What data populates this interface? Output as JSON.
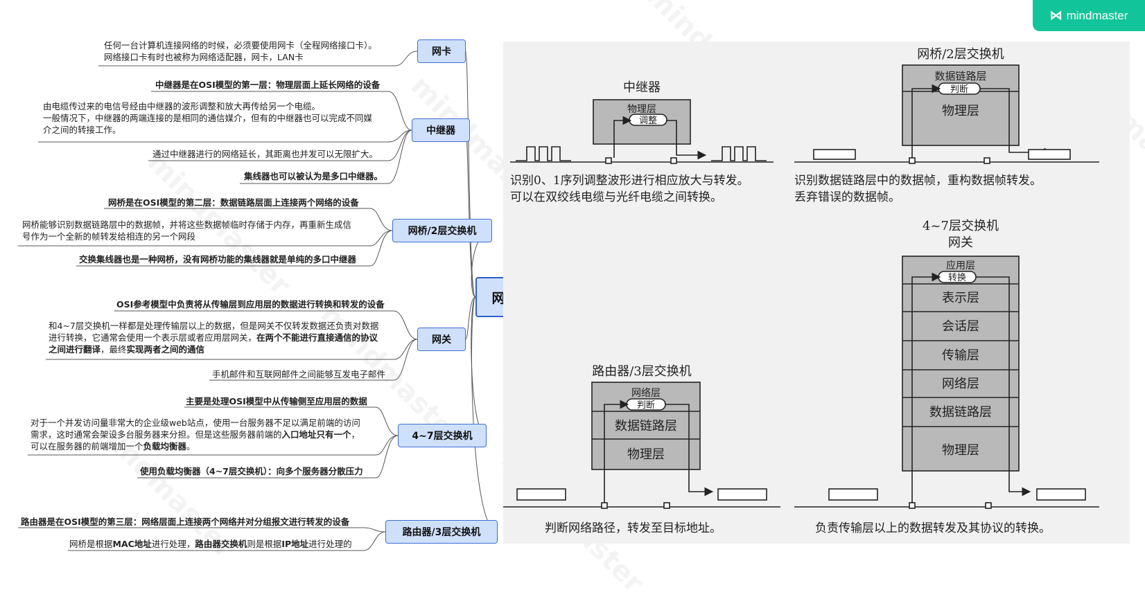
{
  "brand": {
    "name": "mindmaster",
    "icon": "mindmaster-logo-icon"
  },
  "watermark": "mindmaster",
  "center": {
    "title": "网络的构成要素"
  },
  "branches": [
    {
      "label": "网卡",
      "leaves": [
        {
          "text": "任何一台计算机连接网络的时候，必须要使用网卡（全程网络接口卡）。\n网络接口卡有时也被称为网络适配器，网卡，LAN卡"
        }
      ]
    },
    {
      "label": "中继器",
      "leaves": [
        {
          "text": "中继器是在OSI模型的第一层：物理层面上延长网络的设备"
        },
        {
          "text": "由电缆传过来的电信号经由中继器的波形调整和放大再传给另一个电缆。\n一般情况下，中继器的两端连接的是相同的通信媒介，但有的中继器也可以完成不同媒\n介之间的转接工作。"
        },
        {
          "text": "通过中继器进行的网络延长，其距离也并发可以无限扩大。"
        },
        {
          "text": "集线器也可以被认为是多口中继器。"
        }
      ]
    },
    {
      "label": "网桥/2层交换机",
      "leaves": [
        {
          "text": "网桥是在OSI模型的第二层：数据链路层面上连接两个网络的设备"
        },
        {
          "text": "网桥能够识别数据链路层中的数据帧，并将这些数据帧临时存储于内存，再重新生成信\n号作为一个全新的帧转发给相连的另一个网段"
        },
        {
          "text": "交换集线器也是一种网桥，没有网桥功能的集线器就是单纯的多口中继器"
        }
      ]
    },
    {
      "label": "网关",
      "leaves": [
        {
          "text": "OSI参考模型中负责将从传输层到应用层的数据进行转换和转发的设备"
        },
        {
          "line1": "和4~7层交换机一样都是处理传输层以上的数据，但是网关不仅转发数据还负责对数据",
          "line2_pre": "进行转换，它通常会使用一个表示层或者应用层网关，",
          "line2_bold": "在两个不能进行直接通信的协议",
          "line3_bold1": "之间进行翻译",
          "line3_mid": "，最终",
          "line3_bold2": "实现两者之间的通信"
        },
        {
          "text": "手机邮件和互联网邮件之间能够互发电子邮件"
        }
      ]
    },
    {
      "label": "4~7层交换机",
      "leaves": [
        {
          "text": "主要是处理OSI模型中从传输侧至应用层的数据"
        },
        {
          "line1": "对于一个并发访问量非常大的企业级web站点，使用一台服务器不足以满足前端的访问",
          "line2_pre": "需求，这时通常会架设多台服务器来分担。但是这些服务器前端的",
          "line2_bold": "入口地址只有一个",
          "line2_post": "，",
          "line3_pre": "可以在服务器的前端增加一个",
          "line3_bold": "负载均衡器",
          "line3_post": "。"
        },
        {
          "text": "使用负载均衡器（4~7层交换机）：向多个服务器分散压力"
        }
      ]
    },
    {
      "label": "路由器/3层交换机",
      "leaves": [
        {
          "text": "路由器是在OSI模型的第三层：网络层面上连接两个网络并对分组报文进行转发的设备"
        },
        {
          "pre": "网桥是根据",
          "b1": "MAC地址",
          "mid": "进行处理，",
          "b2": "路由器交换机",
          "mid2": "则是根据",
          "b3": "IP地址",
          "post": "进行处理的"
        }
      ]
    }
  ],
  "figure": {
    "repeater": {
      "title": "中继器",
      "layer": "物理层",
      "action": "调整",
      "caption1": "识别0、1序列调整波形进行相应放大与转发。",
      "caption2": "可以在双绞线电缆与光纤电缆之间转换。"
    },
    "bridge": {
      "title": "网桥/2层交换机",
      "layer_top": "数据链路层",
      "action": "判断",
      "layer_bottom": "物理层",
      "caption1": "识别数据链路层中的数据帧，重构数据帧转发。",
      "caption2": "丢弃错误的数据帧。"
    },
    "router": {
      "title": "路由器/3层交换机",
      "layer_top": "网络层",
      "action": "判断",
      "layers": [
        "数据链路层",
        "物理层"
      ],
      "caption": "判断网络路径，转发至目标地址。"
    },
    "gateway": {
      "title1": "4~7层交换机",
      "title2": "网关",
      "layer_top": "应用层",
      "action": "转换",
      "layers": [
        "表示层",
        "会话层",
        "传输层",
        "网络层",
        "数据链路层",
        "物理层"
      ],
      "caption": "负责传输层以上的数据转发及其协议的转换。"
    }
  }
}
